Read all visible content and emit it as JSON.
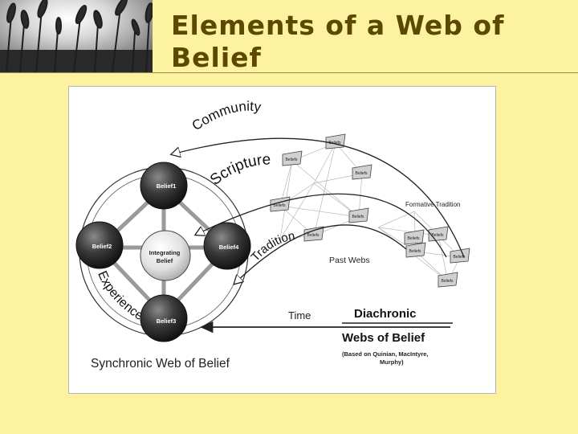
{
  "slide": {
    "title": "Elements of a Web of Belief"
  },
  "diagram": {
    "curve_labels": {
      "community": "Community",
      "scripture": "Scripture",
      "tradition": "Tradition",
      "experience": "Experience"
    },
    "nodes": {
      "belief1": "Belief1",
      "belief2": "Belief2",
      "belief3": "Belief3",
      "belief4": "Belief4",
      "integrating_line1": "Integrating",
      "integrating_line2": "Belief"
    },
    "labels": {
      "formative_tradition": "Formative Tradition",
      "past_webs": "Past Webs",
      "time": "Time",
      "diachronic": "Diachronic",
      "webs_of_belief": "Webs of Belief",
      "source_line1": "(Based on Quinian, MacIntyre,",
      "source_line2": "Murphy)",
      "synchronic": "Synchronic Web of Belief"
    },
    "web_node_label": "Beliefs"
  },
  "colors": {
    "background": "#fdf2a0",
    "title": "#5c4800"
  }
}
